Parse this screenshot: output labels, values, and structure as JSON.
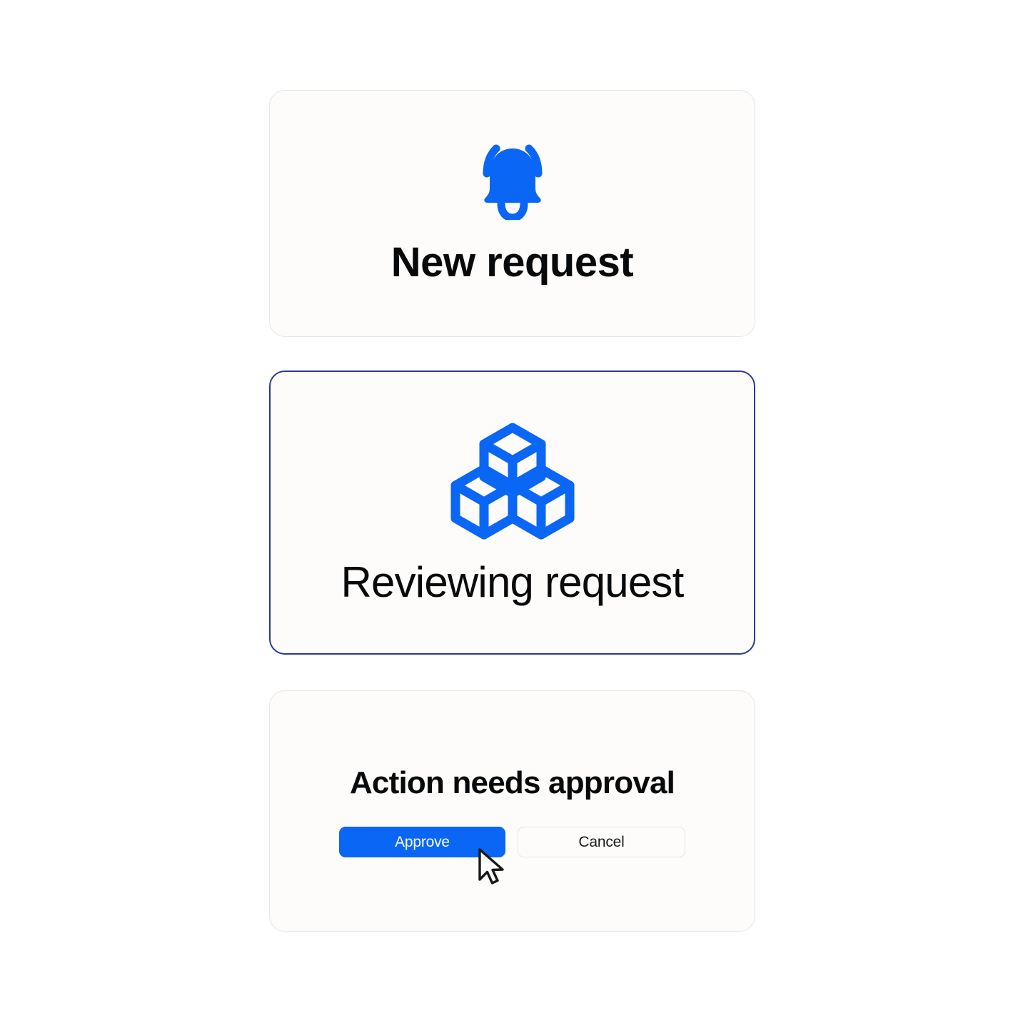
{
  "theme": {
    "page_background": "#ffffff",
    "card_background": "#fdfcfa",
    "card_border": "#e8e6e2",
    "card_border_selected": "#2b3a93",
    "accent_blue": "#0a66f5",
    "text_primary": "#08090a"
  },
  "cards": [
    {
      "id": "new-request",
      "icon": "bell-icon",
      "title": "New request",
      "state": "default"
    },
    {
      "id": "reviewing-request",
      "icon": "cubes-icon",
      "title": "Reviewing request",
      "state": "selected"
    },
    {
      "id": "approval",
      "title": "Action needs approval",
      "state": "default",
      "buttons": {
        "approve_label": "Approve",
        "cancel_label": "Cancel"
      }
    }
  ],
  "pointer": {
    "icon": "mouse-cursor-icon",
    "target": "Approve"
  }
}
